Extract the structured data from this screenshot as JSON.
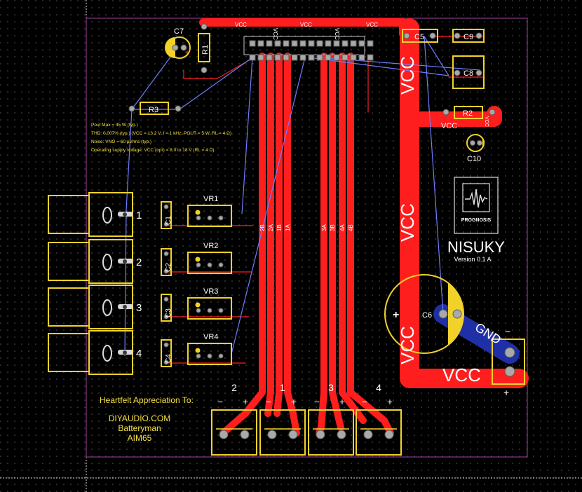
{
  "board": {
    "title": "NISUKY",
    "version": "Version 0.1 A",
    "logo_text": "PROGNOSIS",
    "colors": {
      "background": "#000000",
      "copper_top": "#ff1e1e",
      "copper_bottom": "#1f2fa5",
      "silkscreen": "#f1d22a",
      "outline": "#6e2c6e",
      "ratsnest": "#6f7dff"
    }
  },
  "specs": [
    "Pout Max = 45 W (typ.)",
    "THD: 0.007% (typ.) (VCC = 13.2 V, f = 1 kHz, POUT = 5 W, RL = 4 Ω)",
    "Noise: VNO = 60 µVrms (typ.)",
    "Operating supply voltage: VCC (opr) = 8.0 to 18 V (RL = 4 Ω)"
  ],
  "credits": {
    "heading": "Heartfelt Appreciation To:",
    "names": [
      "DIYAUDIO.COM",
      "Batteryman",
      "AIM65"
    ]
  },
  "components": {
    "c7": "C7",
    "r1": "R1",
    "r3": "R3",
    "r2": "R2",
    "c5": "C5",
    "c9": "C9",
    "c8": "C8",
    "c10": "C10",
    "c6": "C6",
    "vr1": "VR1",
    "vr2": "VR2",
    "vr3": "VR3",
    "vr4": "VR4",
    "c1": "C1",
    "c2": "C2",
    "c3": "C3",
    "c4": "C4"
  },
  "channels": [
    "1",
    "2",
    "3",
    "4"
  ],
  "outputs": {
    "labels": [
      "2",
      "1",
      "3",
      "4"
    ],
    "minus": "−",
    "plus": "+"
  },
  "nets": {
    "vcc": "VCC",
    "gnd": "GND",
    "bus_labels": [
      "2B",
      "2A",
      "1B",
      "1A",
      "3A",
      "3B",
      "4A",
      "4B"
    ],
    "small": "VCC",
    "header_labels": [
      "VCC",
      "VCC",
      "VCC",
      "VCC",
      "VCC"
    ]
  },
  "power": {
    "plus": "+",
    "minus": "−"
  }
}
